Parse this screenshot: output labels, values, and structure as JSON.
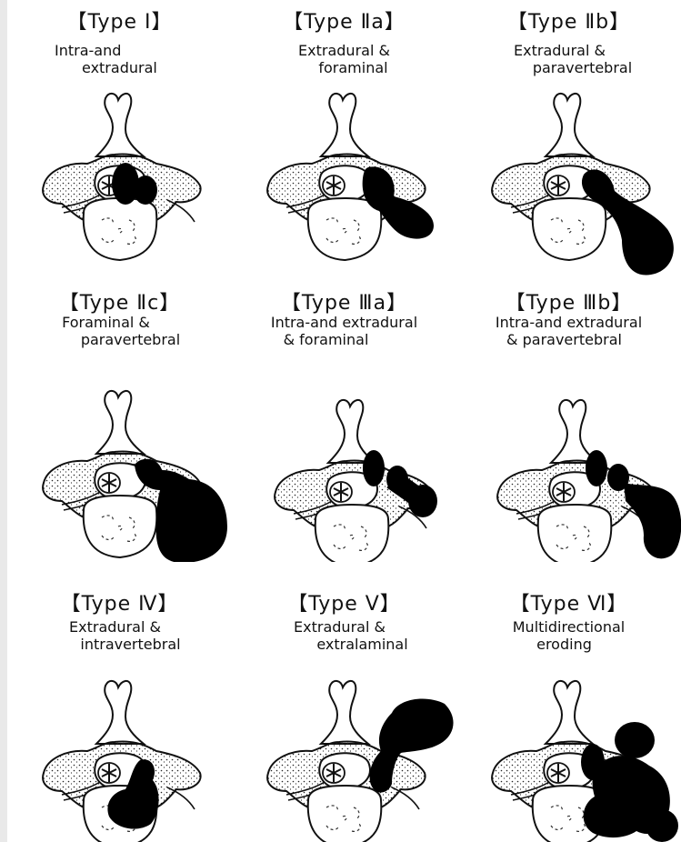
{
  "panels": [
    {
      "id": "type-1",
      "title": "【Type Ⅰ】",
      "caption": [
        "Intra-and",
        "extradural"
      ]
    },
    {
      "id": "type-2a",
      "title": "【Type Ⅱa】",
      "caption": [
        "Extradural &",
        "foraminal"
      ]
    },
    {
      "id": "type-2b",
      "title": "【Type Ⅱb】",
      "caption": [
        "Extradural &",
        "paravertebral"
      ]
    },
    {
      "id": "type-2c",
      "title": "【Type Ⅱc】",
      "caption": [
        "Foraminal &",
        "paravertebral"
      ]
    },
    {
      "id": "type-3a",
      "title": "【Type Ⅲa】",
      "caption": [
        "Intra-and extradural",
        "& foraminal"
      ]
    },
    {
      "id": "type-3b",
      "title": "【Type Ⅲb】",
      "caption": [
        "Intra-and extradural",
        "& paravertebral"
      ]
    },
    {
      "id": "type-4",
      "title": "【Type Ⅳ】",
      "caption": [
        "Extradural &",
        "intravertebral"
      ]
    },
    {
      "id": "type-5",
      "title": "【Type Ⅴ】",
      "caption": [
        "Extradural &",
        "extralaminal"
      ]
    },
    {
      "id": "type-6",
      "title": "【Type Ⅵ】",
      "caption": [
        "Multidirectional",
        "eroding"
      ]
    }
  ],
  "colors": {
    "ink": "#111111",
    "tumor": "#000000",
    "paper": "#ffffff",
    "frame": "#e9e9e9"
  }
}
